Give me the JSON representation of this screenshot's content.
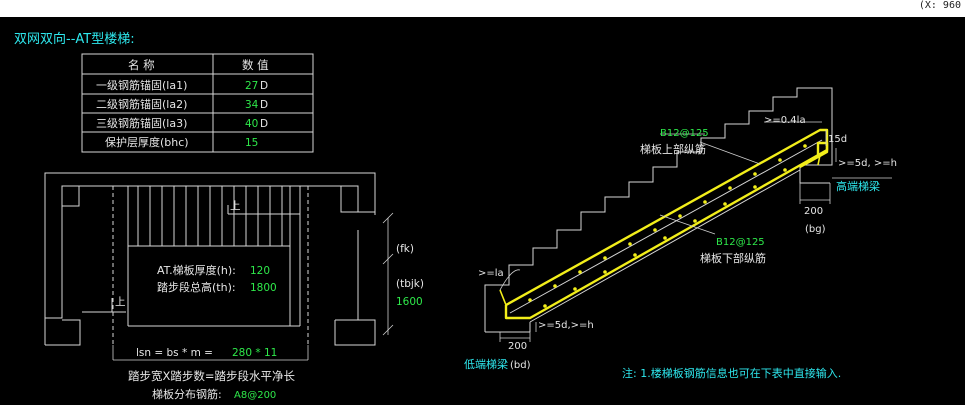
{
  "window": {
    "title": "双网双向--AT型楼梯:",
    "corner_text": "(X: 960"
  },
  "params_table": {
    "header_name": "名  称",
    "header_value": "数  值",
    "rows": [
      {
        "label": "一级钢筋锚固(la1)",
        "value": "27",
        "unit": "D"
      },
      {
        "label": "二级钢筋锚固(la2)",
        "value": "34",
        "unit": "D"
      },
      {
        "label": "三级钢筋锚固(la3)",
        "value": "40",
        "unit": "D"
      },
      {
        "label": "保护层厚度(bhc)",
        "value": "15",
        "unit": ""
      }
    ]
  },
  "plan": {
    "up_label_top": "上",
    "up_label_left": "上",
    "thickness_label": "AT.梯板厚度(h):",
    "thickness_value": "120",
    "total_height_label": "踏步段总高(th):",
    "total_height_value": "1800",
    "fk_label": "(fk)",
    "tbjk_label": "(tbjk)",
    "tbjk_value": "1600",
    "lsn_label": "lsn = bs * m =",
    "lsn_value": "280 * 11",
    "formula": "踏步宽X踏步数=踏步段水平净长",
    "dist_rebar_label": "梯板分布钢筋:",
    "dist_rebar_value": "A8@200"
  },
  "section": {
    "top_rebar_spec": "B12@125",
    "top_rebar_label": "梯板上部纵筋",
    "bottom_rebar_spec": "B12@125",
    "bottom_rebar_label": "梯板下部纵筋",
    "high_anchor_label": ">=0.4la",
    "high_hook_label": "15d",
    "high_bottom_label": ">=5d, >=h",
    "high_beam_label": "高端梯梁",
    "high_beam_width": "200",
    "high_beam_code": "(bg)",
    "low_anchor_label": ">=la",
    "low_bottom_label": ">=5d,>=h",
    "low_beam_width": "200",
    "low_beam_label": "低端梯梁",
    "low_beam_code": "(bd)",
    "note": "注: 1.楼梯板钢筋信息也可在下表中直接输入."
  },
  "colors": {
    "background": "#000000",
    "line": "#d6d6d6",
    "value_green": "#2ee84a",
    "label_cyan": "#2ee8ee",
    "rebar_yellow": "#f2ee1a"
  }
}
